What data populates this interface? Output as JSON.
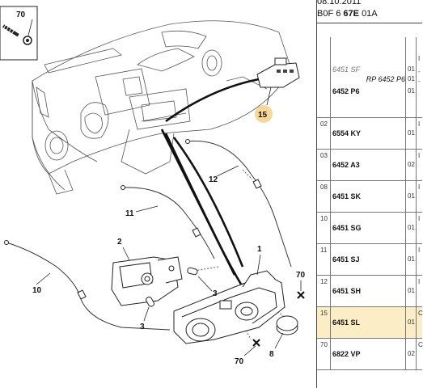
{
  "header": {
    "date": "08.10.2011",
    "code_prefix": "B0F 6",
    "code_bold": "67E",
    "code_suffix": "01A"
  },
  "diagram": {
    "callouts": [
      "70",
      "15",
      "12",
      "11",
      "2",
      "1",
      "10",
      "3",
      "3",
      "70",
      "70",
      "8"
    ]
  },
  "parts": [
    {
      "idx": "",
      "alt_ref": "6451 SF",
      "rp_ref": "RP 6452 P6",
      "ref": "6452 P6",
      "qty": [
        "01",
        "01",
        "01"
      ],
      "end": [
        "I",
        "-",
        "-"
      ],
      "highlight": false
    },
    {
      "idx": "02",
      "alt_ref": "",
      "rp_ref": "",
      "ref": "6554 KY",
      "qty": [
        "01"
      ],
      "end": [
        "I"
      ],
      "highlight": false
    },
    {
      "idx": "03",
      "alt_ref": "",
      "rp_ref": "",
      "ref": "6452 A3",
      "qty": [
        "02"
      ],
      "end": [
        "I"
      ],
      "highlight": false
    },
    {
      "idx": "08",
      "alt_ref": "",
      "rp_ref": "",
      "ref": "6451 SK",
      "qty": [
        "01"
      ],
      "end": [
        "I"
      ],
      "highlight": false
    },
    {
      "idx": "10",
      "alt_ref": "",
      "rp_ref": "",
      "ref": "6451 SG",
      "qty": [
        "01"
      ],
      "end": [
        "I"
      ],
      "highlight": false
    },
    {
      "idx": "11",
      "alt_ref": "",
      "rp_ref": "",
      "ref": "6451 SJ",
      "qty": [
        "01"
      ],
      "end": [
        "I"
      ],
      "highlight": false
    },
    {
      "idx": "12",
      "alt_ref": "",
      "rp_ref": "",
      "ref": "6451 SH",
      "qty": [
        "01"
      ],
      "end": [
        "I"
      ],
      "highlight": false
    },
    {
      "idx": "15",
      "alt_ref": "",
      "rp_ref": "",
      "ref": "6451 SL",
      "qty": [
        "01"
      ],
      "end": [
        "C"
      ],
      "highlight": true
    },
    {
      "idx": "70",
      "alt_ref": "",
      "rp_ref": "",
      "ref": "6822 VP",
      "qty": [
        "02"
      ],
      "end": [
        "C"
      ],
      "highlight": false
    }
  ]
}
